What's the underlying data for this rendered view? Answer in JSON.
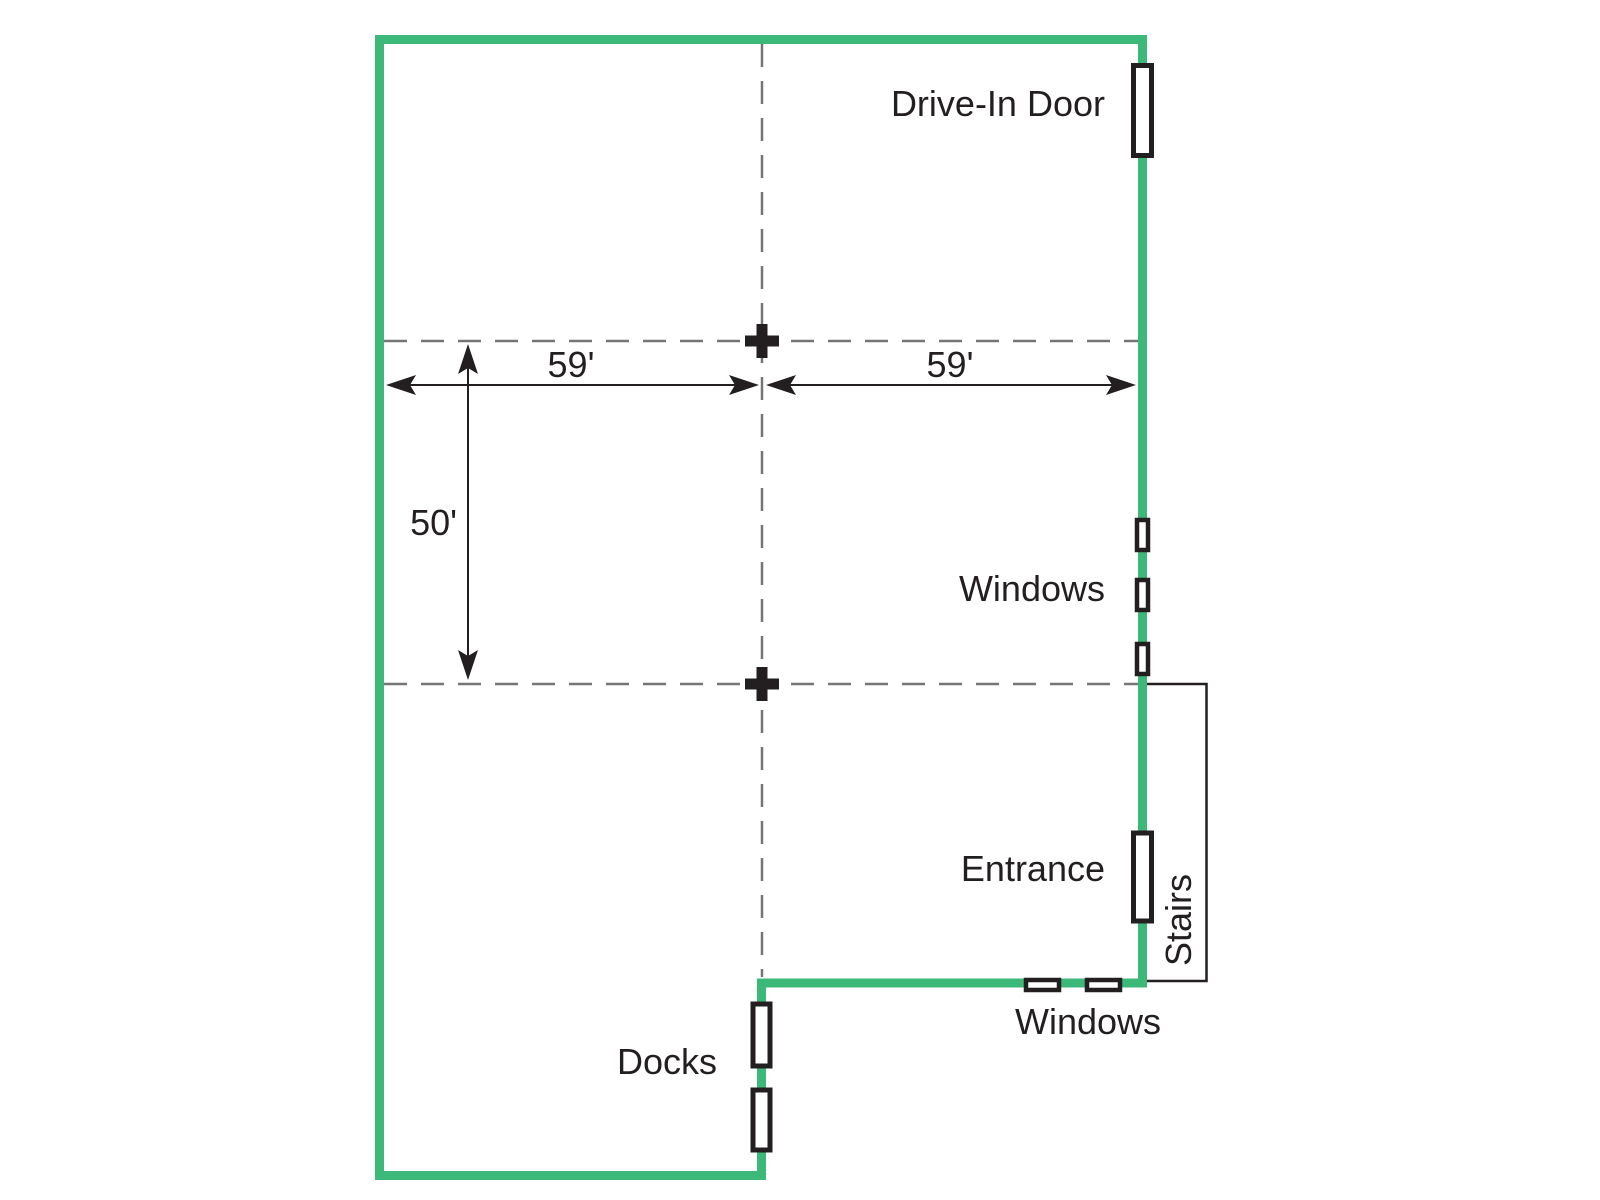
{
  "diagram": {
    "type": "warehouse-floor-plan",
    "labels": {
      "drive_in_door": "Drive-In Door",
      "windows_right": "Windows",
      "entrance": "Entrance",
      "stairs": "Stairs",
      "windows_bottom": "Windows",
      "docks": "Docks"
    },
    "dimensions": {
      "left_width": "59'",
      "right_width": "59'",
      "height": "50'"
    },
    "symbols": {
      "right_wall_window_count": 3,
      "bottom_wall_window_count": 2,
      "dock_door_count": 2,
      "drive_in_door_count": 1,
      "entrance_door_count": 1
    }
  },
  "colors": {
    "wall": "#3CB878",
    "line": "#231F20",
    "dashed": "#757575",
    "bg": "#FFFFFF",
    "symbol-fill": "#FFFFFF"
  }
}
